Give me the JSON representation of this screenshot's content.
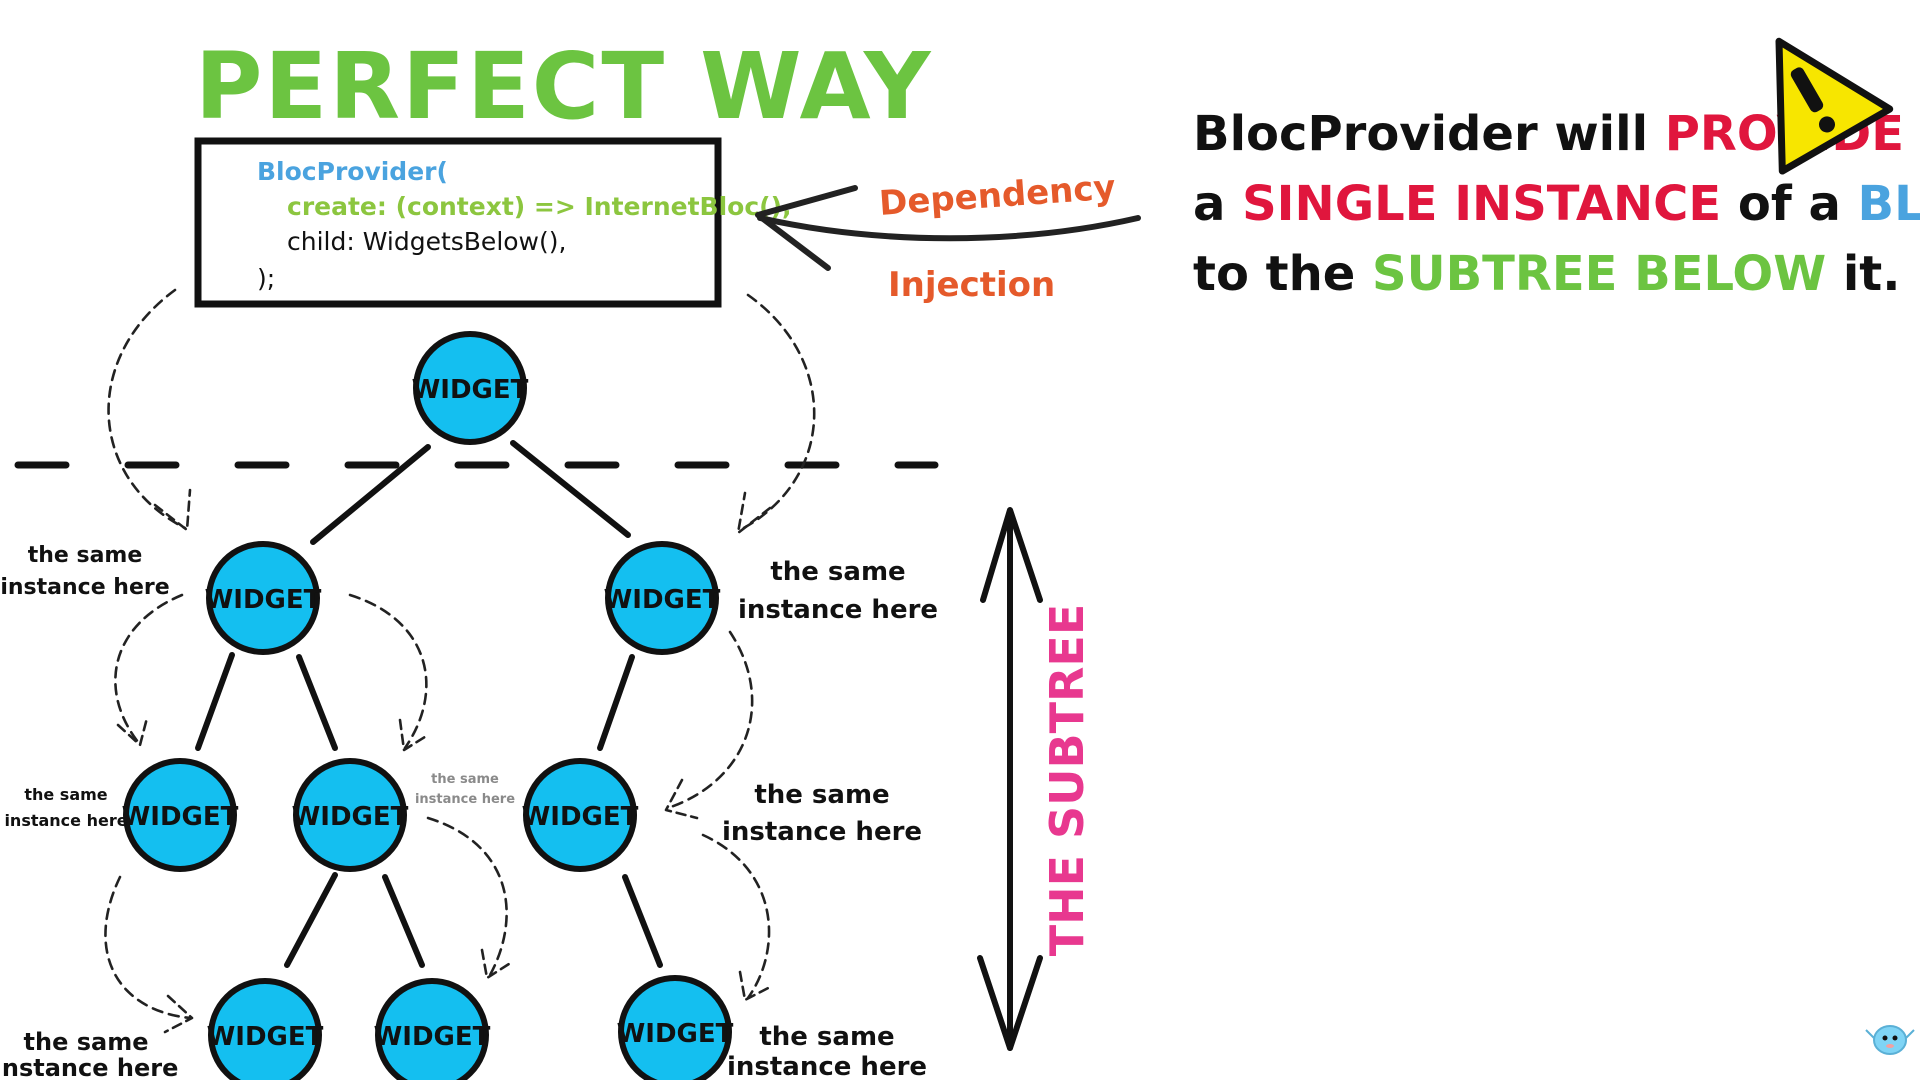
{
  "title": "PERFECT WAY",
  "code": {
    "line1": "BlocProvider(",
    "line2": "create: (context) => InternetBloc(),",
    "line3": "child: WidgetsBelow(),",
    "line4": ");"
  },
  "dependency": {
    "line1": "Dependency",
    "line2": "Injection"
  },
  "statement": {
    "l1a": "BlocProvider will ",
    "l1b": "PROVIDE",
    "l2a": "a ",
    "l2b": "SINGLE INSTANCE",
    "l2c": " of a ",
    "l2d": "BLOC",
    "l3a": "to the ",
    "l3b": "SUBTREE BELOW",
    "l3c": " it."
  },
  "subtree_label": "THE SUBTREE",
  "widget_label": "WIDGET",
  "notes": {
    "line1": "the same",
    "line2": "instance here"
  },
  "colors": {
    "title_green": "#6cc441",
    "code_blue": "#4aa3df",
    "code_green": "#8cc63f",
    "red": "#e0163d",
    "blue": "#4aa3df",
    "green": "#6cc441",
    "orange": "#e55a2b",
    "pink": "#e8388f",
    "node_fill": "#14bff0",
    "warning_yellow": "#f7e600"
  },
  "icons": [
    "warning-icon",
    "mascot-icon"
  ]
}
